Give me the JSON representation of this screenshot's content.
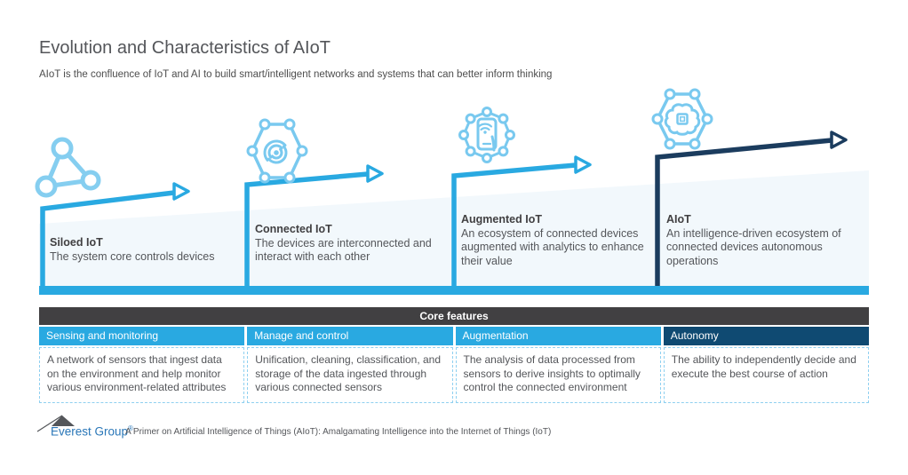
{
  "header": {
    "title": "Evolution and Characteristics of AIoT",
    "subtitle": "AIoT is the confluence of IoT and AI to build smart/intelligent networks and systems that can better inform thinking"
  },
  "stages": [
    {
      "name": "Siloed IoT",
      "description": "The system core controls devices",
      "icon": "triangle-network-icon"
    },
    {
      "name": "Connected IoT",
      "description": "The devices are interconnected and interact with each other",
      "icon": "hexagon-sensor-icon"
    },
    {
      "name": "Augmented IoT",
      "description": "An ecosystem of connected devices augmented with analytics to enhance their value",
      "icon": "phone-network-icon"
    },
    {
      "name": "AIoT",
      "description": "An intelligence-driven ecosystem of connected devices  autonomous operations",
      "icon": "brain-chip-network-icon"
    }
  ],
  "core_features": {
    "title": "Core features",
    "columns": [
      {
        "label": "Sensing and monitoring",
        "description": "A network of sensors that ingest data on the environment and help monitor various environment-related attributes"
      },
      {
        "label": "Manage and control",
        "description": "Unification, cleaning, classification, and storage of the data ingested through various connected sensors"
      },
      {
        "label": "Augmentation",
        "description": "The analysis of data processed from sensors to derive insights to optimally control the connected environment"
      },
      {
        "label": "Autonomy",
        "description": "The ability to independently decide and execute the best course of action"
      }
    ]
  },
  "footer": {
    "logo_text": "Everest Group",
    "registered_mark": "®",
    "source_text": "A Primer on Artificial Intelligence of Things (AIoT): Amalgamating Intelligence into the Internet of Things (IoT)"
  },
  "colors": {
    "accent_blue": "#29A9E1",
    "icon_blue": "#7CCBEF",
    "arrow_navy": "#1B3C5E",
    "header_navy": "#0F4A72",
    "charcoal": "#414042",
    "wedge_background": "#F2F8FC",
    "text_gray": "#54565A"
  }
}
